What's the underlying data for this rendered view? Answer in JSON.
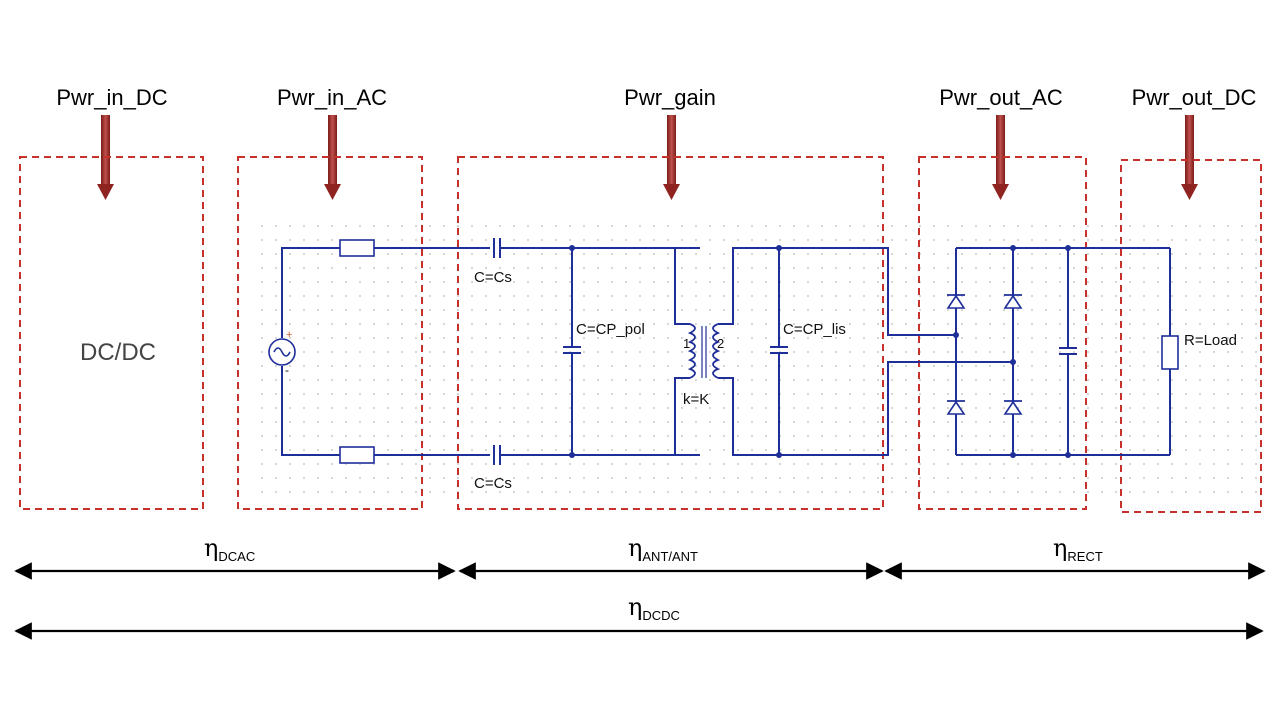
{
  "blocks": [
    {
      "label": "Pwr_in_DC"
    },
    {
      "label": "Pwr_in_AC"
    },
    {
      "label": "Pwr_gain"
    },
    {
      "label": "Pwr_out_AC"
    },
    {
      "label": "Pwr_out_DC"
    }
  ],
  "dcdc_block_text": "DC/DC",
  "components": {
    "cs_top": "C=Cs",
    "cs_bottom": "C=Cs",
    "cp_pol": "C=CP_pol",
    "cp_lis": "C=CP_lis",
    "coupling": "k=K",
    "port1": "1",
    "port2": "2",
    "load": "R=Load",
    "plus_mark": "+",
    "minus_mark": "-"
  },
  "efficiencies": {
    "dcac": {
      "symbol": "η",
      "sub": "DCAC"
    },
    "ant": {
      "symbol": "η",
      "sub": "ANT/ANT"
    },
    "rect": {
      "symbol": "η",
      "sub": "RECT"
    },
    "dcdc": {
      "symbol": "η",
      "sub": "DCDC"
    }
  },
  "colors": {
    "wire": "#1f2f9a",
    "box_dash": "#c8302c",
    "arrow": "#a52a2a"
  }
}
